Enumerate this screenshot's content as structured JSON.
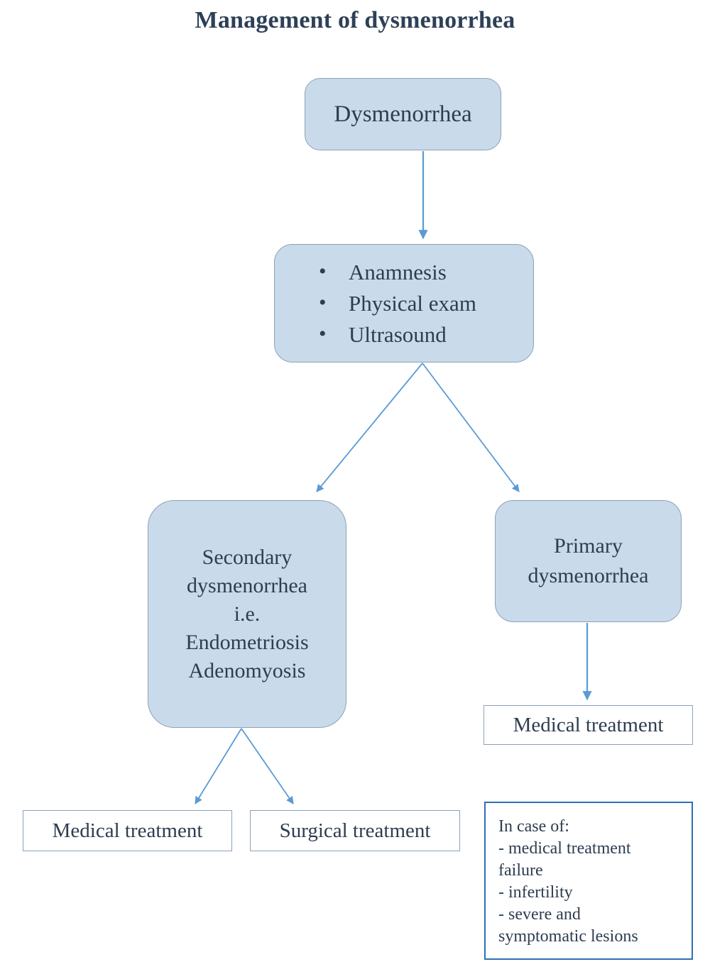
{
  "header": {
    "title": "Management of dysmenorrhea"
  },
  "colors": {
    "node_fill": "#c9daea",
    "node_border": "#8ba2b8",
    "note_border": "#2f6fb5",
    "arrow": "#5b9bd5",
    "text": "#2e3d50",
    "title_text": "#2e4057",
    "background": "#ffffff"
  },
  "nodes": {
    "root": {
      "label": "Dysmenorrhea"
    },
    "assessment": {
      "items": [
        "Anamnesis",
        "Physical exam",
        "Ultrasound"
      ]
    },
    "secondary": {
      "lines": [
        "Secondary",
        "dysmenorrhea",
        "i.e.",
        "Endometriosis",
        "Adenomyosis"
      ]
    },
    "primary": {
      "lines": [
        "Primary",
        "dysmenorrhea"
      ]
    },
    "medical_primary": {
      "label": "Medical treatment"
    },
    "medical_secondary": {
      "label": "Medical treatment"
    },
    "surgical_secondary": {
      "label": "Surgical treatment"
    },
    "note": {
      "lines": [
        "In case of:",
        "- medical treatment",
        "failure",
        "- infertility",
        "- severe and",
        "symptomatic lesions"
      ]
    }
  },
  "edges": [
    {
      "name": "root-to-assessment",
      "from": "root",
      "to": "assessment",
      "label": ""
    },
    {
      "name": "assessment-to-secondary",
      "from": "assessment",
      "to": "secondary",
      "label": ""
    },
    {
      "name": "assessment-to-primary",
      "from": "assessment",
      "to": "primary",
      "label": ""
    },
    {
      "name": "primary-to-medical",
      "from": "primary",
      "to": "medical_primary",
      "label": ""
    },
    {
      "name": "secondary-to-medical",
      "from": "secondary",
      "to": "medical_secondary",
      "label": ""
    },
    {
      "name": "secondary-to-surgical",
      "from": "secondary",
      "to": "surgical_secondary",
      "label": ""
    }
  ]
}
